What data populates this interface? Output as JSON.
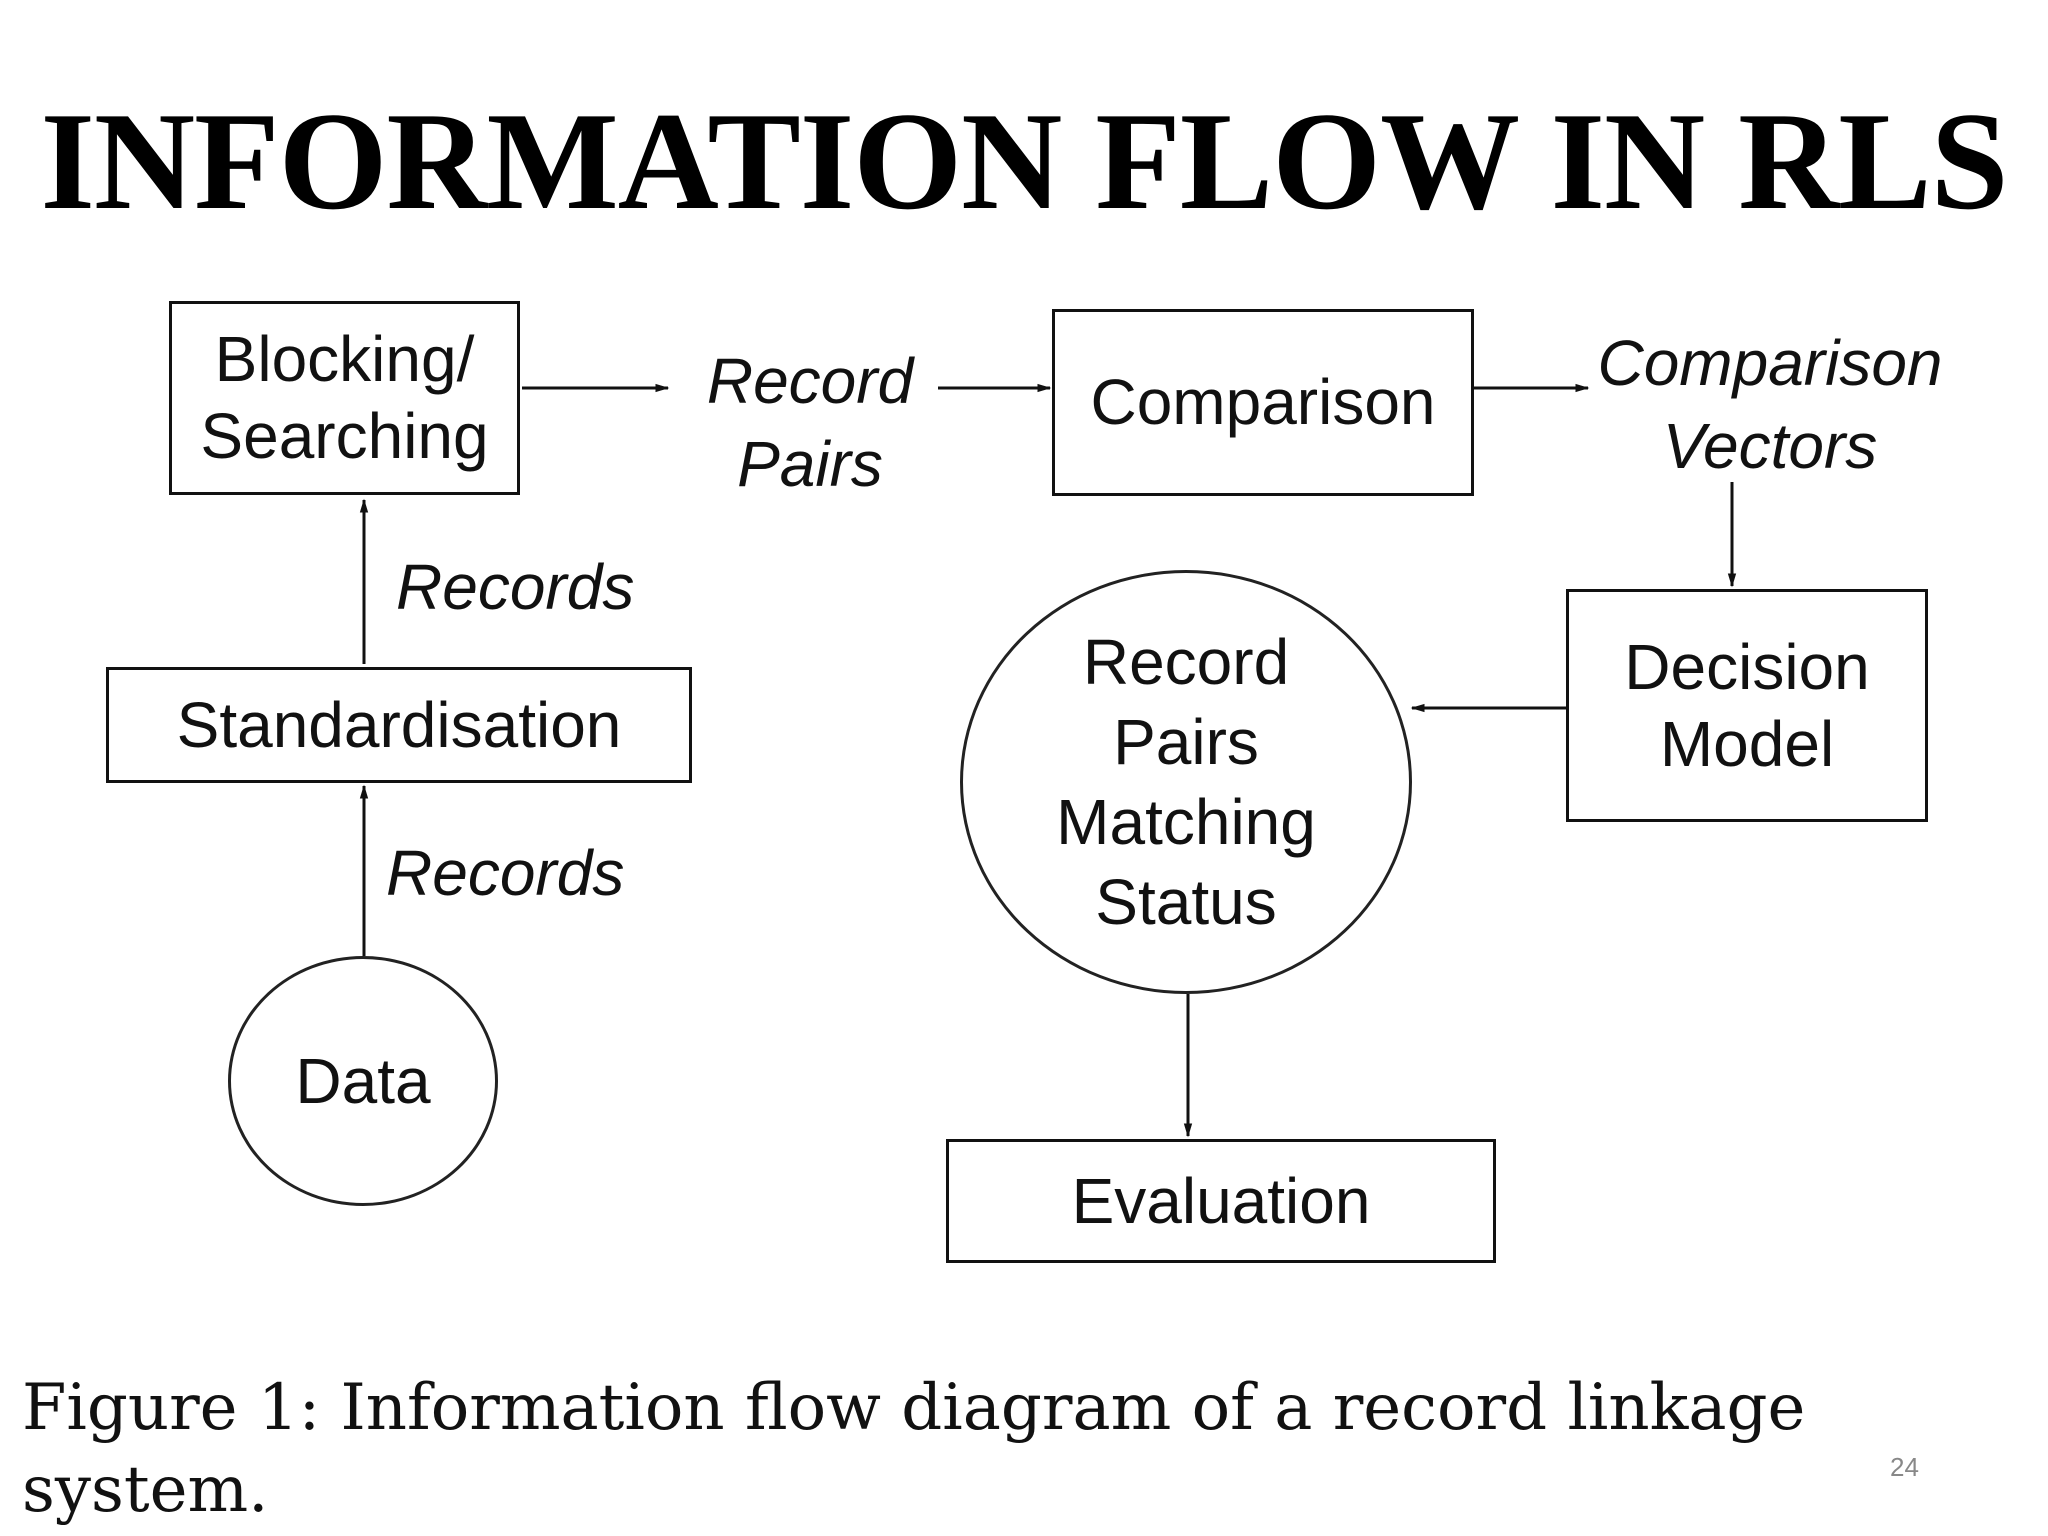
{
  "title": "INFORMATION FLOW IN RLS",
  "diagram": {
    "nodes": {
      "blocking": "Blocking/\nSearching",
      "comparison": "Comparison",
      "standardisation": "Standardisation",
      "decision_model": "Decision\nModel",
      "data": "Data",
      "matching_status": "Record\nPairs\nMatching\nStatus",
      "evaluation": "Evaluation"
    },
    "flow_labels": {
      "record_pairs": "Record\nPairs",
      "comparison_vectors": "Comparison\nVectors",
      "records_upper": "Records",
      "records_lower": "Records"
    },
    "edges": [
      {
        "from": "data",
        "to": "standardisation",
        "label": "Records"
      },
      {
        "from": "standardisation",
        "to": "blocking",
        "label": "Records"
      },
      {
        "from": "blocking",
        "to": "comparison",
        "label": "Record Pairs"
      },
      {
        "from": "comparison",
        "to": "decision_model",
        "label": "Comparison Vectors"
      },
      {
        "from": "decision_model",
        "to": "matching_status",
        "label": ""
      },
      {
        "from": "matching_status",
        "to": "evaluation",
        "label": ""
      }
    ]
  },
  "caption": "Figure 1: Information flow diagram of a record linkage system.",
  "page_number": "24"
}
